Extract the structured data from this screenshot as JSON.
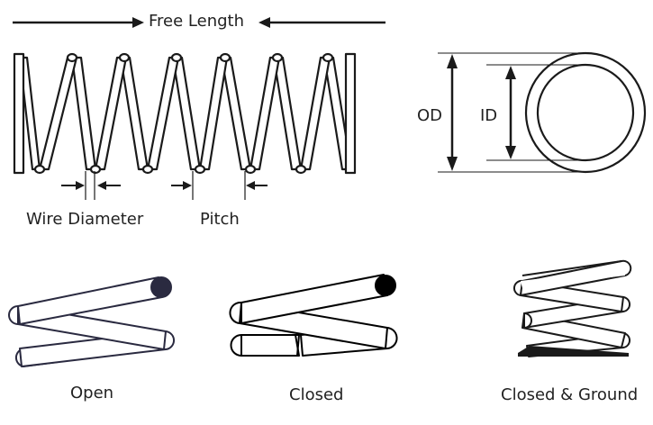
{
  "labels": {
    "free_length": "Free Length",
    "wire_diameter": "Wire Diameter",
    "pitch": "Pitch",
    "od": "OD",
    "id": "ID",
    "open": "Open",
    "closed": "Closed",
    "closed_ground": "Closed & Ground"
  },
  "colors": {
    "stroke": "#1a1a1a",
    "wire_end_open": "#2a2a40",
    "wire_end_closed": "#000000",
    "background": "#ffffff"
  }
}
